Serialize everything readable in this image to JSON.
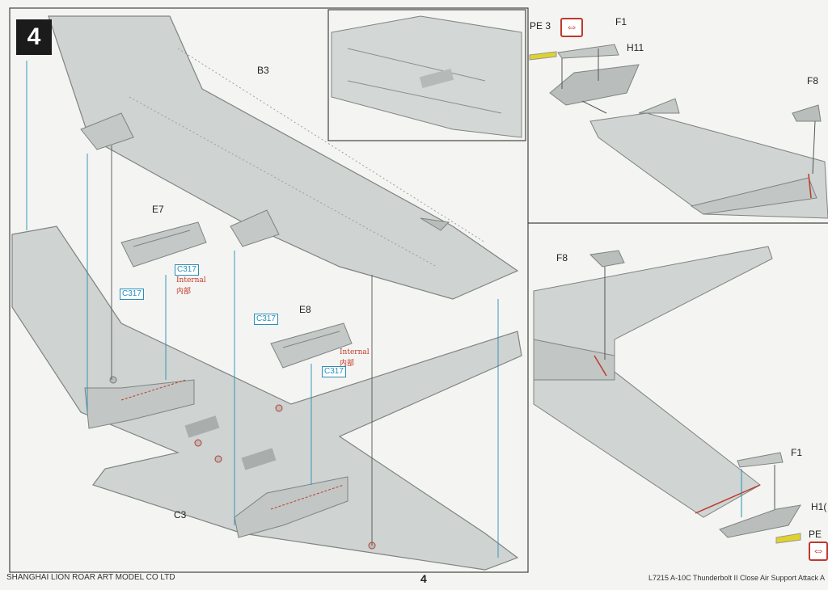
{
  "step_number": "4",
  "parts": {
    "b3": "B3",
    "c3": "C3",
    "e7": "E7",
    "e8": "E8",
    "f1_top": "F1",
    "f1_bottom": "F1",
    "f8_top": "F8",
    "f8_mid": "F8",
    "h11_top": "H11",
    "h11_bottom": "H1(",
    "pe3_top": "PE 3",
    "pe_bottom": "PE"
  },
  "paint_codes": {
    "e7_a": "C317",
    "e7_b": "C317",
    "e8_a": "C317",
    "e8_b": "C317"
  },
  "notes": {
    "e7_internal_en": "Internal",
    "e7_internal_cn": "内部",
    "e8_internal_en": "Internal",
    "e8_internal_cn": "内部"
  },
  "footer": {
    "company": "SHANGHAI LION ROAR ART MODEL CO LTD",
    "page": "4",
    "product": "L7215 A-10C Thunderbolt II Close Air Support Attack A"
  },
  "colors": {
    "part_fill": "#cfd3d1",
    "part_stroke": "#7d8482",
    "guide_blue": "#2a8fb8",
    "guide_dark": "#555555",
    "accent_red": "#c0392b",
    "pe_yellow": "#e0d22a"
  },
  "icons": {
    "mirror_arrow": "left-right-arrow-icon"
  }
}
